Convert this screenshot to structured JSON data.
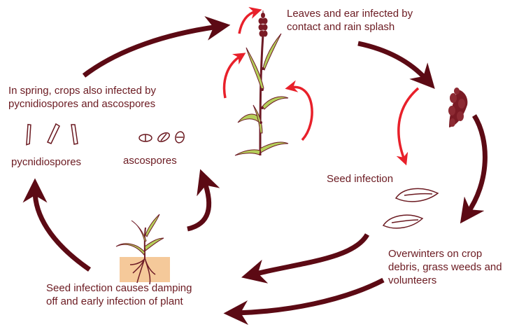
{
  "labels": {
    "leaves_ear": "Leaves and ear infected by\ncontact and rain splash",
    "spring": "In spring, crops also infected by\npycnidiospores and ascospores",
    "pycnidiospores": "pycnidiospores",
    "ascospores": "ascospores",
    "seed_infection": "Seed infection",
    "overwinters": "Overwinters on crop\ndebris, grass weeds and\nvolunteers",
    "damping_off": "Seed infection causes damping\noff and early infection of plant"
  },
  "colors": {
    "arrow_dark": "#5c0a14",
    "arrow_red": "#e8202a",
    "text": "#6b1a21",
    "leaf": "#b5cf5a",
    "stem": "#6e1b26",
    "ear": "#7a1a24",
    "soil": "#f5c99a",
    "root": "#6e1b26"
  },
  "icons": [
    "wheat-plant-icon",
    "wheat-ear-icon",
    "seed-icon",
    "seedling-icon",
    "pycnidiospore-icon",
    "ascospore-icon"
  ]
}
